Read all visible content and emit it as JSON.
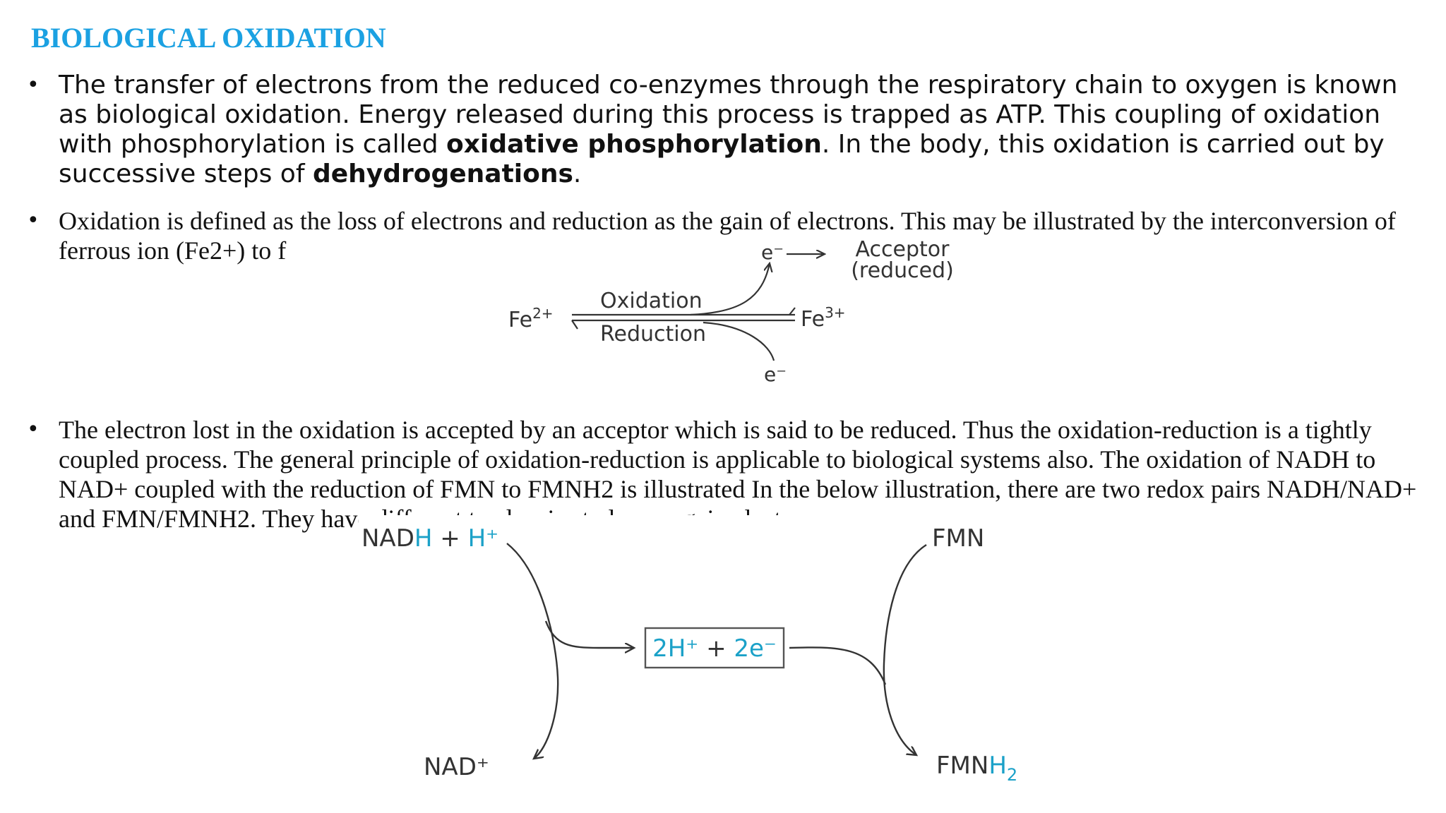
{
  "title": "BIOLOGICAL OXIDATION",
  "bullets": {
    "b1": {
      "t1": "The transfer of electrons from the reduced co-enzymes through the respiratory chain to oxygen is known as biological oxidation. Energy released during this process is trapped as ATP. This coupling of oxidation with phosphorylation is called ",
      "t2": "oxidative phosphorylation",
      "t3": ". In the body, this oxidation is carried out by successive steps of ",
      "t4": "dehydrogenations",
      "t5": "."
    },
    "b2": {
      "text": "Oxidation is defined as the loss of electrons and reduction as the gain of electrons. This may be illustrated by the interconversion of ferrous ion (Fe2+) to f"
    },
    "b3": {
      "text": "The electron lost in the oxidation is accepted by an acceptor which is said to be reduced. Thus the oxidation-reduction is a tightly coupled process. The general principle of oxidation-reduction is applicable to biological systems also. The oxidation of NADH to NAD+ coupled with the reduction of FMN to FMNH2 is illustrated In the below illustration, there are two redox pairs NADH/NAD+ and FMN/FMNH2. They have different tendencies to lose or gain electrons."
    }
  },
  "figure1": {
    "fe2": "Fe",
    "fe2_sup": "2+",
    "fe3": "Fe",
    "fe3_sup": "3+",
    "oxidation": "Oxidation",
    "reduction": "Reduction",
    "e_top": "e⁻",
    "e_bottom": "e⁻",
    "acceptor_line1": "Acceptor",
    "acceptor_line2": "(reduced)"
  },
  "figure2": {
    "nadh_a": "NAD",
    "nadh_b": "H",
    "nadh_plus": " + ",
    "nadh_h": "H⁺",
    "nad_plus": "NAD⁺",
    "center_a": "2H⁺",
    "center_plus": " + ",
    "center_b": "2e⁻",
    "fmn": "FMN",
    "fmnh2_a": "FMN",
    "fmnh2_b": "H",
    "fmnh2_sub": "2"
  },
  "colors": {
    "title": "#1ba1e2",
    "accent_cyan": "#1ba1c8",
    "body_text": "#111111",
    "figure_text": "#333333"
  }
}
